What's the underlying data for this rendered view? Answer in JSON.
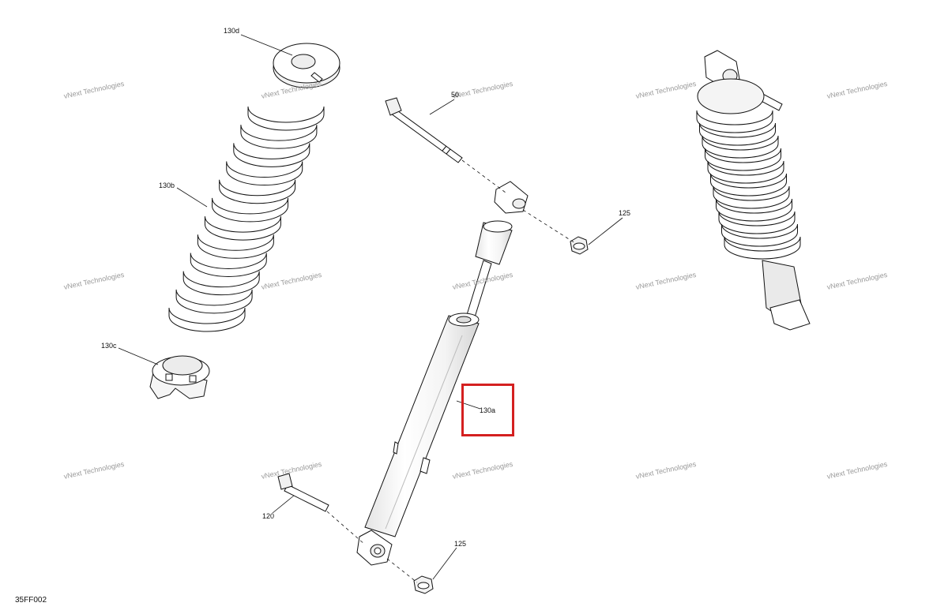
{
  "diagram_code": "35FF002",
  "watermark": {
    "line1": "vNext Technologies",
    "line2": "vNext Technologies"
  },
  "callouts": {
    "c130d": "130d",
    "c130b": "130b",
    "c130c": "130c",
    "c50": "50",
    "c125_top": "125",
    "c130a": "130a",
    "c120": "120",
    "c125_bottom": "125"
  },
  "colors": {
    "highlight": "#d42020",
    "line": "#111111",
    "part_fill": "#ffffff",
    "shade": "#e6e6e6"
  }
}
